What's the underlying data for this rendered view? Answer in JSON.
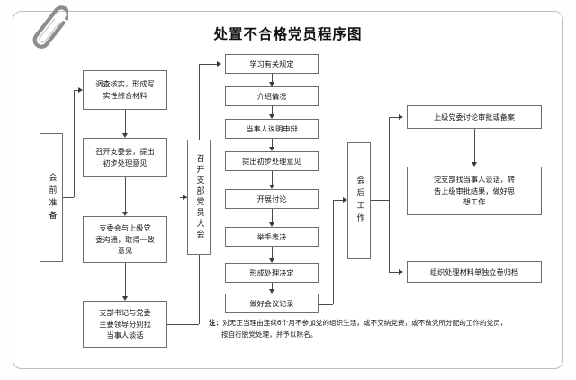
{
  "document": {
    "title": "处置不合格党员程序图",
    "paperclip_icon": "paperclip-icon"
  },
  "phases": [
    {
      "id": "pre-meeting",
      "label": "会前准备"
    },
    {
      "id": "branch-member-meeting",
      "label": "召开支部党员大会"
    },
    {
      "id": "post-meeting",
      "label": "会后工作"
    }
  ],
  "pre_meeting_steps": [
    {
      "id": "investigate",
      "line1": "调查核实，形成写",
      "line2": "实性综合材料"
    },
    {
      "id": "branch-committee-meeting",
      "line1": "召开支委会，提出",
      "line2": "初步处理意见"
    },
    {
      "id": "communicate-upper",
      "line1": "支委会与上级党",
      "line2": "委沟通，取得一致",
      "line3": "意见"
    },
    {
      "id": "secretary-talk",
      "line1": "支部书记与党委",
      "line2": "主要领导分别找",
      "line3": "当事人谈话"
    }
  ],
  "meeting_steps": [
    {
      "id": "study-rules",
      "label": "学习有关规定"
    },
    {
      "id": "introduce-situation",
      "label": "介绍情况"
    },
    {
      "id": "person-statement",
      "label": "当事人说明申辩"
    },
    {
      "id": "propose-opinion",
      "label": "提出初步处理意见"
    },
    {
      "id": "discussion",
      "label": "开展讨论"
    },
    {
      "id": "show-of-hands-vote",
      "label": "举手表决"
    },
    {
      "id": "form-decision",
      "label": "形成处理决定"
    },
    {
      "id": "meeting-minutes",
      "label": "做好会议记录"
    }
  ],
  "post_meeting_steps": [
    {
      "id": "upper-approval",
      "line1": "上级党委讨论审批或备案"
    },
    {
      "id": "branch-inform",
      "line1": "党支部找当事人谈话，转",
      "line2": "告上级审批结果，做好思",
      "line3": "想工作"
    },
    {
      "id": "archive",
      "line1": "组织处理材料单独立卷归档"
    }
  ],
  "footnote": {
    "lead": "注：",
    "line1": "对无正当理由连续6个月不参加党的组织生活，或不交纳党费，或不做党所分配的工作的党员，",
    "line2": "按自行脱党处理，并予以除名。"
  },
  "colors": {
    "frame": "#bdbdbd",
    "box_border": "#6e6e6e",
    "line": "#4a4a4a",
    "text": "#151515",
    "background": "#ffffff"
  }
}
